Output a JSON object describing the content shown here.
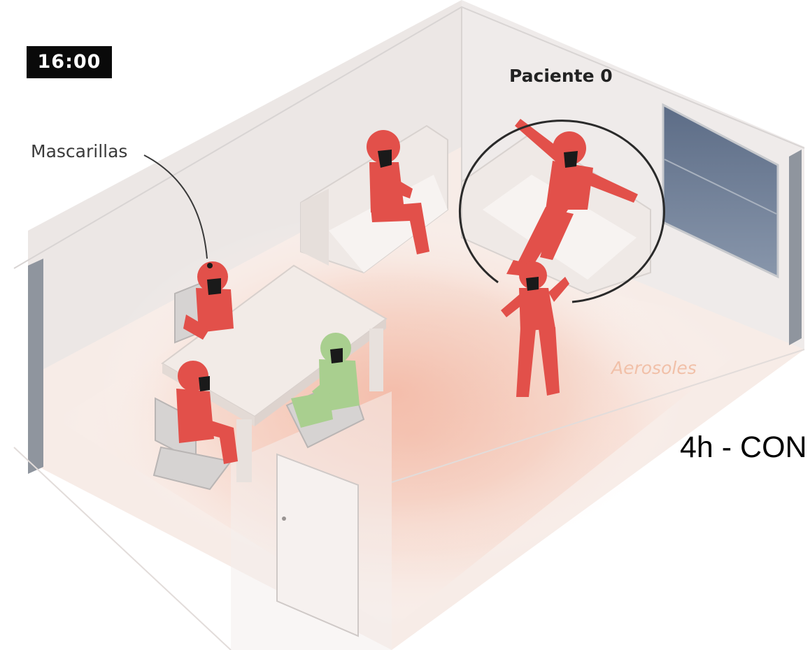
{
  "time": "16:00",
  "labels": {
    "masks": "Mascarillas",
    "patient_zero": "Paciente 0",
    "aerosols": "Aerosoles",
    "duration": "4h - CON"
  },
  "colors": {
    "infected": "#e2504a",
    "healthy": "#a9cf8f",
    "aerosol": "#f3b7a3",
    "wall": "#eeeae8",
    "window": "#6f7f95",
    "badge": "#0a0a0a"
  },
  "people": [
    {
      "role": "sitting-on-sofa",
      "status": "infected"
    },
    {
      "role": "patient-zero-on-sofa",
      "status": "infected"
    },
    {
      "role": "standing",
      "status": "infected"
    },
    {
      "role": "sitting-back-left-of-table",
      "status": "infected"
    },
    {
      "role": "sitting-front-left-of-table",
      "status": "infected"
    },
    {
      "role": "sitting-right-of-table",
      "status": "healthy"
    }
  ]
}
